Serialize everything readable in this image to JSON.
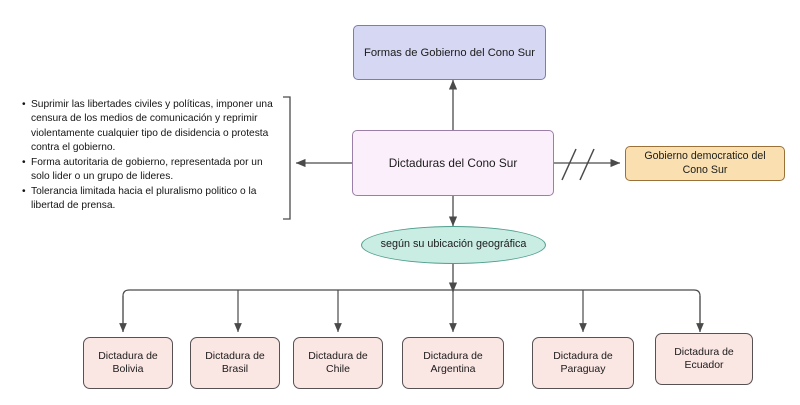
{
  "diagram": {
    "title_node": {
      "id": "formas-de-gobierno",
      "label": "Formas de Gobierno del Cono Sur",
      "fill": "#d6d7f2",
      "stroke": "#7b7cb0"
    },
    "center_node": {
      "id": "dictaduras",
      "label": "Dictaduras del Cono Sur",
      "fill": "#fbeffc",
      "stroke": "#9b7fa8"
    },
    "democratic_node": {
      "id": "gobierno-democratico",
      "label": "Gobierno democratico del Cono Sur",
      "fill": "#fae0b0",
      "stroke": "#9a7237"
    },
    "criteria_node": {
      "id": "segun-ubicacion",
      "label": "según su ubicación geográfica",
      "fill": "#c9ece3",
      "stroke": "#4f9d8c"
    },
    "characteristics": {
      "bullet_marker": "•",
      "items": [
        "Suprimir las libertades civiles y políticas, imponer una censura de los medios de comunicación y reprimir violentamente cualquier tipo de disidencia o protesta contra el gobierno.",
        "Forma autoritaria de gobierno, representada por un solo lider o un grupo de lideres.",
        "Tolerancia limitada hacia el pluralismo politico o la libertad de prensa."
      ]
    },
    "countries": [
      {
        "id": "bolivia",
        "label": "Dictadura de Bolivia"
      },
      {
        "id": "brasil",
        "label": "Dictadura de Brasil"
      },
      {
        "id": "chile",
        "label": "Dictadura de Chile"
      },
      {
        "id": "argentina",
        "label": "Dictadura de Argentina"
      },
      {
        "id": "paraguay",
        "label": "Dictadura de Paraguay"
      },
      {
        "id": "ecuador",
        "label": "Dictadura de Ecuador"
      }
    ],
    "country_fill": "#fae6e3",
    "country_stroke": "#585154",
    "edge_color": "#4a4a4a",
    "background": "#ffffff"
  }
}
